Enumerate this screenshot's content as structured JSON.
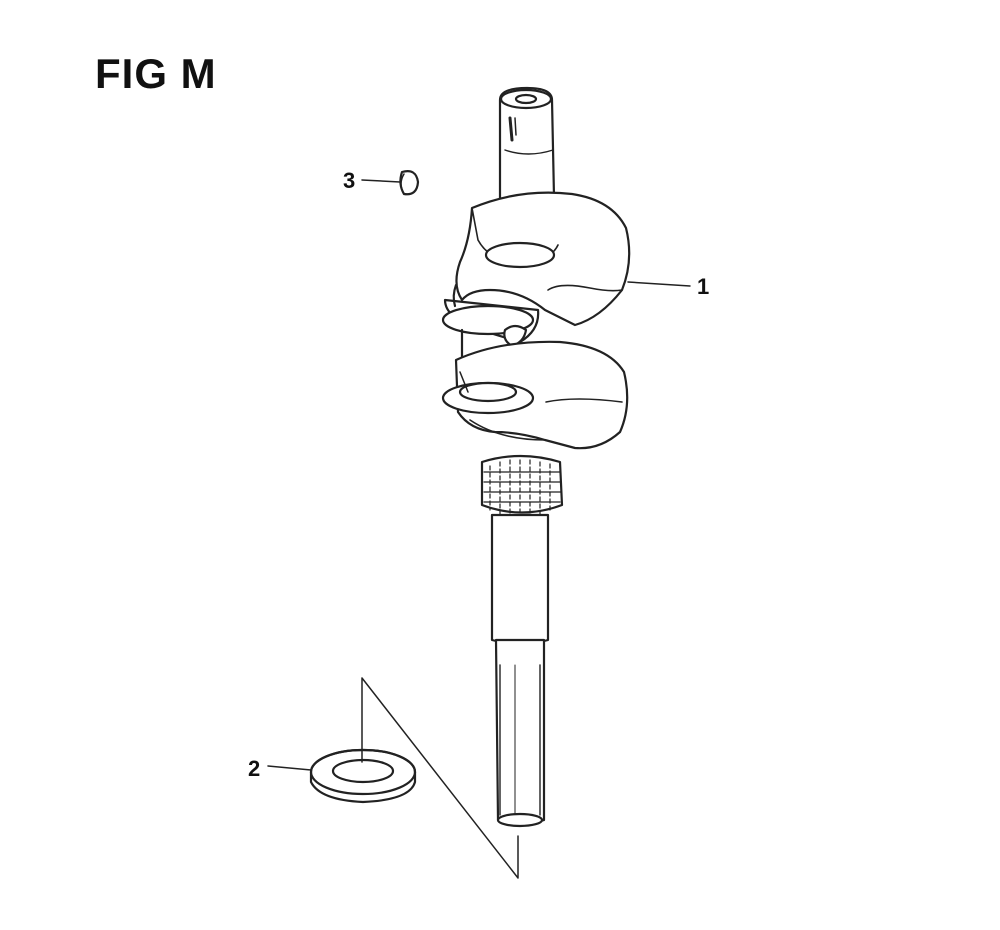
{
  "figure": {
    "title": "FIG M"
  },
  "callouts": [
    {
      "label": "1",
      "part": "crankshaft"
    },
    {
      "label": "2",
      "part": "oil-seal"
    },
    {
      "label": "3",
      "part": "woodruff-key"
    }
  ]
}
